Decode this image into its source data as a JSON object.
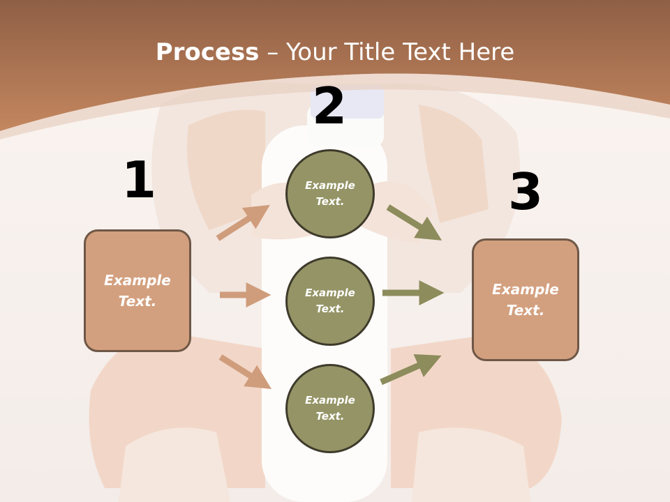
{
  "title": {
    "bold": "Process",
    "rest": " – Your Title Text Here"
  },
  "steps": [
    {
      "number": "1",
      "text": "Example\nText."
    },
    {
      "number": "2"
    },
    {
      "number": "3",
      "text": "Example\nText."
    }
  ],
  "circles": [
    {
      "text": "Example\nText."
    },
    {
      "text": "Example\nText."
    },
    {
      "text": "Example\nText."
    }
  ],
  "colors": {
    "header": "#b9764f",
    "box_fill": "#d3a07f",
    "box_border": "#6e5746",
    "circle_fill": "#949466",
    "circle_border": "#3e3a2b",
    "left_arrow": "#cf9d7c",
    "right_arrow": "#8d8c5c"
  }
}
